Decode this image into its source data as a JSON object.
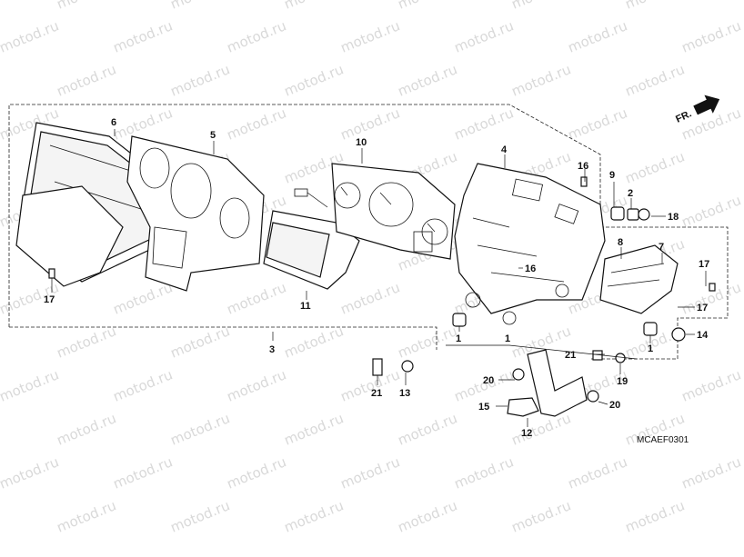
{
  "diagram": {
    "code": "MCAEF0301",
    "direction_label": "FR.",
    "watermark": "motod.ru",
    "callouts": [
      "1",
      "1",
      "1",
      "2",
      "3",
      "4",
      "5",
      "6",
      "7",
      "8",
      "9",
      "10",
      "11",
      "12",
      "13",
      "14",
      "15",
      "16",
      "16",
      "17",
      "17",
      "17",
      "18",
      "19",
      "20",
      "20",
      "21",
      "21"
    ]
  }
}
